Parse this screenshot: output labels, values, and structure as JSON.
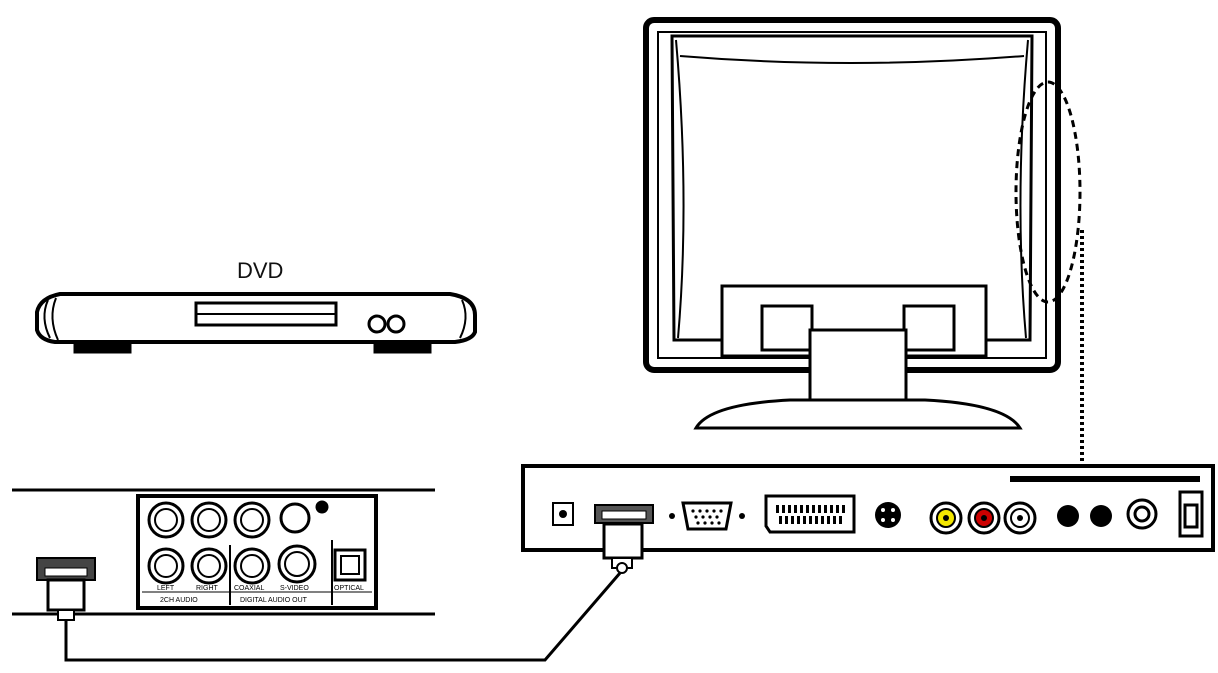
{
  "diagram": {
    "dvd_label": "DVD",
    "jack_labels": {
      "left": "LEFT",
      "right": "RIGHT",
      "coaxial": "COAXIAL",
      "s_video": "S-VIDEO",
      "optical": "OPTICAL",
      "audio_out": "2CH AUDIO",
      "digital_audio_out": "DIGITAL AUDIO OUT"
    }
  },
  "colors": {
    "line": "#000000",
    "background": "#ffffff",
    "rca_yellow": "#f2e600",
    "rca_red": "#cc0000",
    "rca_white": "#ffffff"
  }
}
